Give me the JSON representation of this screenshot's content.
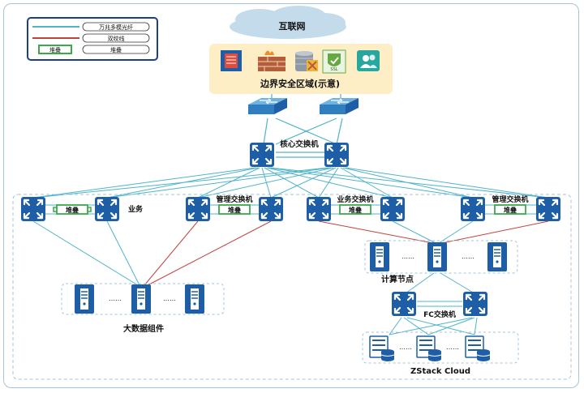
{
  "legend": {
    "items": [
      {
        "label": "万兆多模光纤",
        "line_color": "#4fb4c9",
        "kind": "line"
      },
      {
        "label": "双绞线",
        "line_color": "#c0443e",
        "kind": "line"
      },
      {
        "label": "堆叠",
        "key_text": "堆叠",
        "kind": "stack"
      }
    ]
  },
  "internet": {
    "label": "互联网"
  },
  "security_zone": {
    "label": "边界安全区域(示意)",
    "icons": [
      "firewall-icon",
      "waf-icon",
      "ips-icon",
      "ssl-vpn-icon",
      "audit-icon"
    ],
    "background": "#fdeec6"
  },
  "core": {
    "label": "核心交换机"
  },
  "switch_groups": [
    {
      "label": "业务",
      "stack_label": "堆叠"
    },
    {
      "label": "管理交换机",
      "stack_label": "堆叠"
    },
    {
      "label": "业务交换机",
      "stack_label": "堆叠"
    },
    {
      "label": "管理交换机",
      "stack_label": "堆叠"
    }
  ],
  "bigdata": {
    "label": "大数据组件",
    "dots": "……"
  },
  "compute": {
    "label": "计算节点",
    "dots": "……"
  },
  "fc": {
    "label": "FC交换机"
  },
  "storage": {
    "label": "ZStack Cloud"
  },
  "colors": {
    "fiber": "#4fb4c9",
    "twisted_pair": "#c0443e",
    "stack": "#3aa94a",
    "device_blue": "#1d5ea6",
    "dashed_border": "#a0c4dc"
  }
}
